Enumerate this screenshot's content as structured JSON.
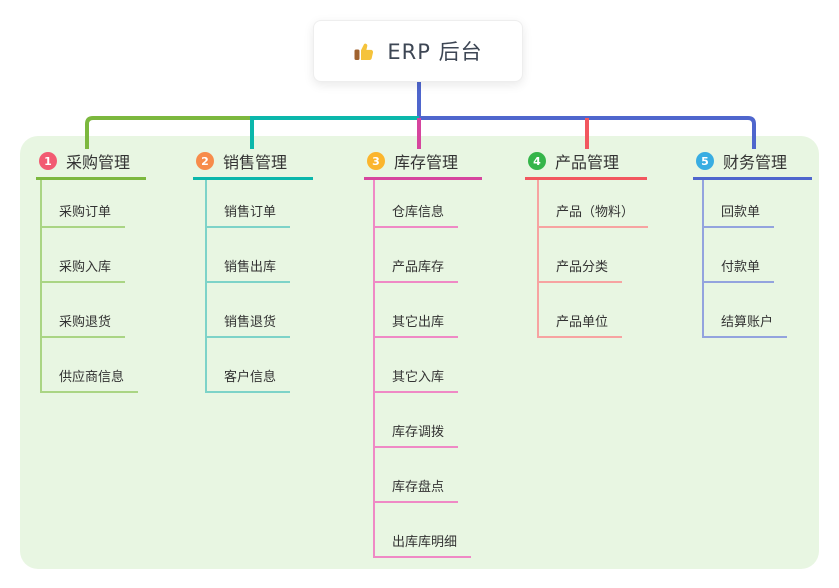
{
  "root": {
    "label": "ERP 后台",
    "icon": "thumbs-up-icon"
  },
  "branches": [
    {
      "index": "1",
      "label": "采购管理",
      "badge_color": "#f25b72",
      "line_color": "#7cb83e",
      "child_line_color": "#aad584",
      "children": [
        "采购订单",
        "采购入库",
        "采购退货",
        "供应商信息"
      ]
    },
    {
      "index": "2",
      "label": "销售管理",
      "badge_color": "#f78c4b",
      "line_color": "#0bb7ab",
      "child_line_color": "#7dd3c8",
      "children": [
        "销售订单",
        "销售出库",
        "销售退货",
        "客户信息"
      ]
    },
    {
      "index": "3",
      "label": "库存管理",
      "badge_color": "#fbb52d",
      "line_color": "#d6459e",
      "child_line_color": "#ef89c5",
      "children": [
        "仓库信息",
        "产品库存",
        "其它出库",
        "其它入库",
        "库存调拨",
        "库存盘点",
        "出库库明细"
      ]
    },
    {
      "index": "4",
      "label": "产品管理",
      "badge_color": "#35b54a",
      "line_color": "#f2575f",
      "child_line_color": "#f7a3a1",
      "children": [
        "产品（物料）",
        "产品分类",
        "产品单位"
      ]
    },
    {
      "index": "5",
      "label": "财务管理",
      "badge_color": "#38ade2",
      "line_color": "#4f66cd",
      "child_line_color": "#93a3de",
      "children": [
        "回款单",
        "付款单",
        "结算账户"
      ]
    }
  ],
  "colors": {
    "panel_bg": "#e8f6e2",
    "root_text": "#3d4654",
    "node_text": "#333333",
    "thumb_yellow": "#f5c33b",
    "thumb_cuff": "#a0622f",
    "trunk_blue": "#4f66cd",
    "trunk_green": "#7cb83e",
    "trunk_teal": "#0bb7ab",
    "trunk_magenta": "#d6459e",
    "trunk_red": "#f2575f"
  }
}
